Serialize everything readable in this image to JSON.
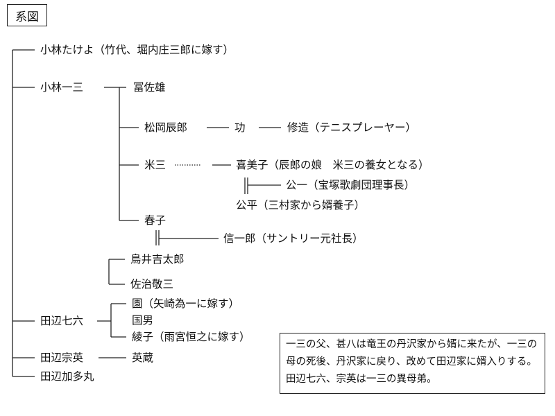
{
  "title": "系図",
  "people": {
    "takeyo": "小林たけよ（竹代、堀内庄三郎に嫁す）",
    "ichizo": "小林一三",
    "tomisao": "冨佐雄",
    "tatsuro": "松岡辰郎",
    "isao": "功",
    "shuzo": "修造（テニスプレーヤー）",
    "yonezo": "米三",
    "kimiko": "喜美子（辰郎の娘　米三の養女となる）",
    "koichi": "公一（宝塚歌劇団理事長）",
    "kohei": "公平（三村家から婿養子）",
    "haruko": "春子",
    "shinichiro": "信一郎（サントリー元社長）",
    "kichitaro": "鳥井吉太郎",
    "keizo": "佐治敬三",
    "shichiroku": "田辺七六",
    "sono": "園（矢崎為一に嫁す）",
    "kunio": "国男",
    "ayako": "綾子（雨宮恒之に嫁す）",
    "sohei": "田辺宗英",
    "eizo": "英蔵",
    "kadamaru": "田辺加多丸"
  },
  "note": "一三の父、甚八は竜王の丹沢家から婿に来たが、一三の母の死後、丹沢家に戻り、改めて田辺家に婿入りする。田辺七六、宗英は一三の異母弟。"
}
